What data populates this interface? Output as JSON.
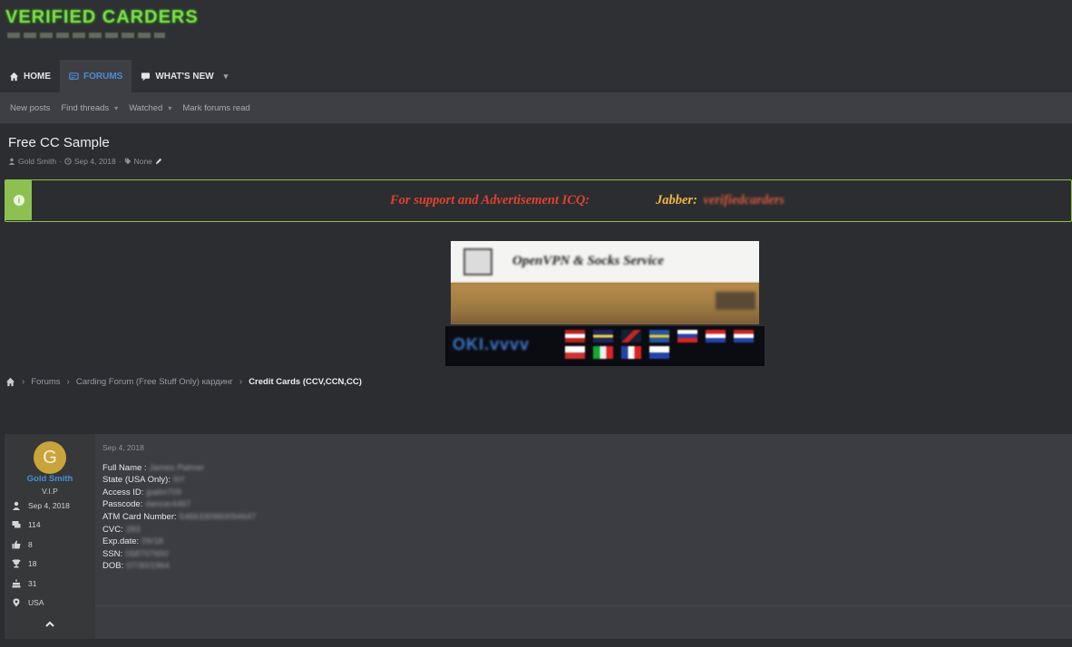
{
  "brand": {
    "logo_text": "VERIFIED CARDERS"
  },
  "nav": {
    "tabs": [
      {
        "label": "HOME"
      },
      {
        "label": "FORUMS"
      },
      {
        "label": "WHAT'S NEW"
      }
    ]
  },
  "subnav": {
    "items": [
      {
        "label": "New posts"
      },
      {
        "label": "Find threads"
      },
      {
        "label": "Watched"
      },
      {
        "label": "Mark forums read"
      }
    ]
  },
  "thread": {
    "title": "Free CC Sample",
    "author": "Gold Smith",
    "date": "Sep 4, 2018",
    "tags": "None"
  },
  "notice": {
    "support_text": "For support and Advertisement ICQ:",
    "jabber_label": "Jabber:",
    "jabber_value": "verifiedcarders"
  },
  "banner": {
    "text": "OpenVPN & Socks Service"
  },
  "breadcrumb": {
    "items": [
      "Forums",
      "Carding Forum (Free Stuff Only) кардинг",
      "Credit Cards (CCV,CCN,CC)"
    ]
  },
  "post": {
    "date": "Sep 4, 2018",
    "user": {
      "avatar_letter": "G",
      "name": "Gold Smith",
      "title": "V.I.P",
      "joined": "Sep 4, 2018",
      "messages": "114",
      "reactions": "8",
      "trophies": "18",
      "points": "31",
      "location": "USA"
    },
    "fields": [
      {
        "label": "Full Name :",
        "value": "James Palmer"
      },
      {
        "label": "State (USA Only):",
        "value": "NY"
      },
      {
        "label": "Access ID:",
        "value": "jpalm709"
      },
      {
        "label": "Passcode:",
        "value": "dancer4467"
      },
      {
        "label": "ATM Card Number:",
        "value": "5466330960094647"
      },
      {
        "label": "CVC:",
        "value": "283"
      },
      {
        "label": "Exp.date:",
        "value": "09/18"
      },
      {
        "label": "SSN:",
        "value": "058707650"
      },
      {
        "label": "DOB:",
        "value": "07/30/1964"
      }
    ]
  },
  "colors": {
    "accent_blue": "#4e8cd8",
    "notice_green": "#8cc152",
    "support_red": "#e0422f",
    "jabber_gold": "#f0b63c",
    "avatar_gold": "#c9a43b"
  }
}
